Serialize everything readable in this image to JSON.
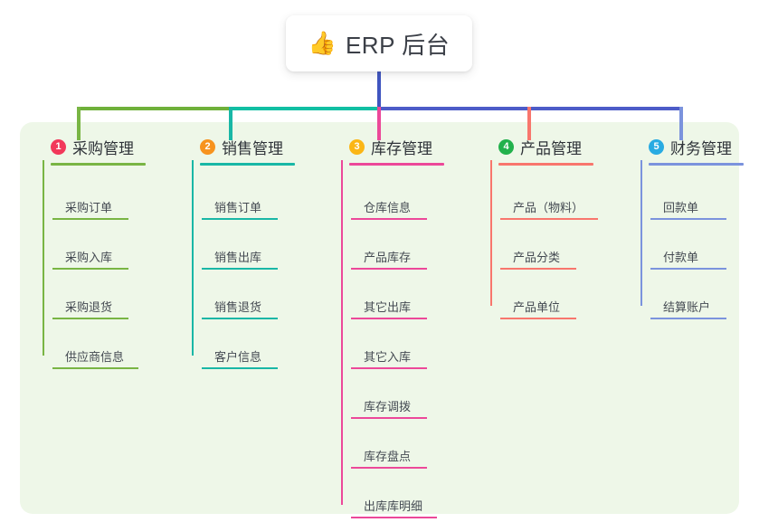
{
  "diagram": {
    "title": "ERP 后台",
    "root": {
      "icon": "thumbs-up-emoji",
      "emoji": "👍",
      "label": "ERP 后台"
    },
    "palette": {
      "panel_background": "#eef7e8",
      "page_background": "#ffffff",
      "card_background": "#ffffff",
      "title_text": "#3b3f47",
      "leaf_text": "#444a52",
      "stem": "#4055c0",
      "bar_left": "#6fb03a",
      "bar_mid": "#11bfa3",
      "bar_right": "#4d5cc8"
    },
    "columns": [
      {
        "index": "1",
        "label": "采购管理",
        "badge_color": "#f2385a",
        "line_color": "#79b544",
        "items": [
          {
            "label": "采购订单"
          },
          {
            "label": "采购入库"
          },
          {
            "label": "采购退货"
          },
          {
            "label": "供应商信息"
          }
        ]
      },
      {
        "index": "2",
        "label": "销售管理",
        "badge_color": "#f7931e",
        "line_color": "#19b7a6",
        "items": [
          {
            "label": "销售订单"
          },
          {
            "label": "销售出库"
          },
          {
            "label": "销售退货"
          },
          {
            "label": "客户信息"
          }
        ]
      },
      {
        "index": "3",
        "label": "库存管理",
        "badge_color": "#fbb615",
        "line_color": "#ec4899",
        "items": [
          {
            "label": "仓库信息"
          },
          {
            "label": "产品库存"
          },
          {
            "label": "其它出库"
          },
          {
            "label": "其它入库"
          },
          {
            "label": "库存调拨"
          },
          {
            "label": "库存盘点"
          },
          {
            "label": "出库库明细"
          }
        ]
      },
      {
        "index": "4",
        "label": "产品管理",
        "badge_color": "#22b14c",
        "line_color": "#f8766d",
        "items": [
          {
            "label": "产品（物料）"
          },
          {
            "label": "产品分类"
          },
          {
            "label": "产品单位"
          }
        ]
      },
      {
        "index": "5",
        "label": "财务管理",
        "badge_color": "#29abe2",
        "line_color": "#7b93dd",
        "items": [
          {
            "label": "回款单"
          },
          {
            "label": "付款单"
          },
          {
            "label": "结算账户"
          }
        ]
      }
    ]
  }
}
